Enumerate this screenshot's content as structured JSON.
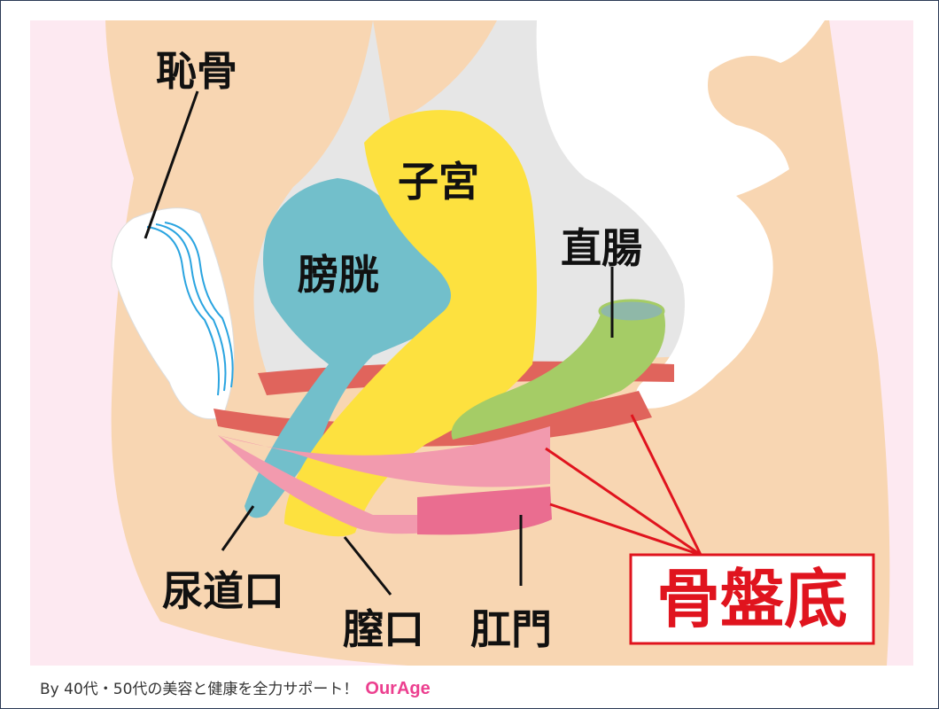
{
  "labels": {
    "pubic_bone": "恥骨",
    "uterus": "子宮",
    "bladder": "膀胱",
    "rectum": "直腸",
    "urethral_opening": "尿道口",
    "vaginal_opening": "膣口",
    "anus": "肛門",
    "pelvic_floor": "骨盤底"
  },
  "caption": {
    "text": "By 40代・50代の美容と健康を全力サポート！",
    "brand": "OurAge"
  },
  "colors": {
    "background_pink": "#fde9f1",
    "skin": "#f8d6b2",
    "bladder": "#72bfcb",
    "uterus": "#fde13f",
    "rectum": "#a5cc66",
    "muscle_red": "#e0645c",
    "muscle_pink": "#f29aae",
    "anal_sphincter": "#ea6d90",
    "highlight_red": "#e0141e",
    "brand": "#ec3f8f"
  }
}
